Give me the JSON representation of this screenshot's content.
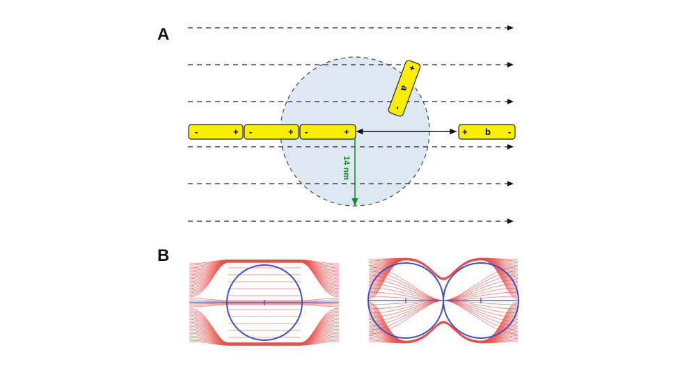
{
  "panels": {
    "a_label": "A",
    "b_label": "B"
  },
  "panel_a": {
    "distance_label": "14 nm",
    "rods": [
      {
        "left_sign": "-",
        "right_sign": "+",
        "label": ""
      },
      {
        "left_sign": "-",
        "right_sign": "+",
        "label": ""
      },
      {
        "left_sign": "-",
        "right_sign": "+",
        "label": ""
      },
      {
        "left_sign": "+",
        "right_sign": "-",
        "label": "b"
      }
    ],
    "tilted_rod": {
      "top_sign": "+",
      "bottom_sign": "-",
      "label": "a"
    }
  },
  "colors": {
    "rod_fill": "#f7ee00",
    "sphere_fill": "#dde9f2",
    "distance_arrow": "#1a8a2a",
    "field_lines": "#e8524c",
    "particle_outline": "#3d4fc4"
  }
}
